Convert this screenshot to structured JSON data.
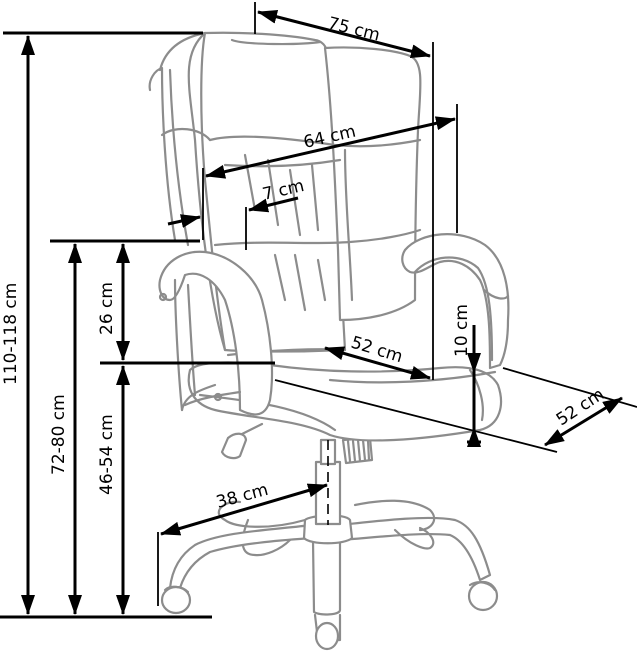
{
  "diagram": {
    "subject": "Office chair dimensions",
    "line_color": "#000000",
    "chair_outline_color": "#8c8c8c",
    "background": "#ffffff",
    "dimensions": {
      "total_height": "110-118 cm",
      "armrest_height": "72-80 cm",
      "seat_height": "46-54 cm",
      "armrest_above_seat": "26 cm",
      "overall_width": "75 cm",
      "seat_width_between_arms": "64 cm",
      "armrest_width": "7 cm",
      "seat_depth": "52 cm",
      "seat_width": "52 cm",
      "seat_thickness": "10 cm",
      "base_radius": "38 cm"
    }
  }
}
